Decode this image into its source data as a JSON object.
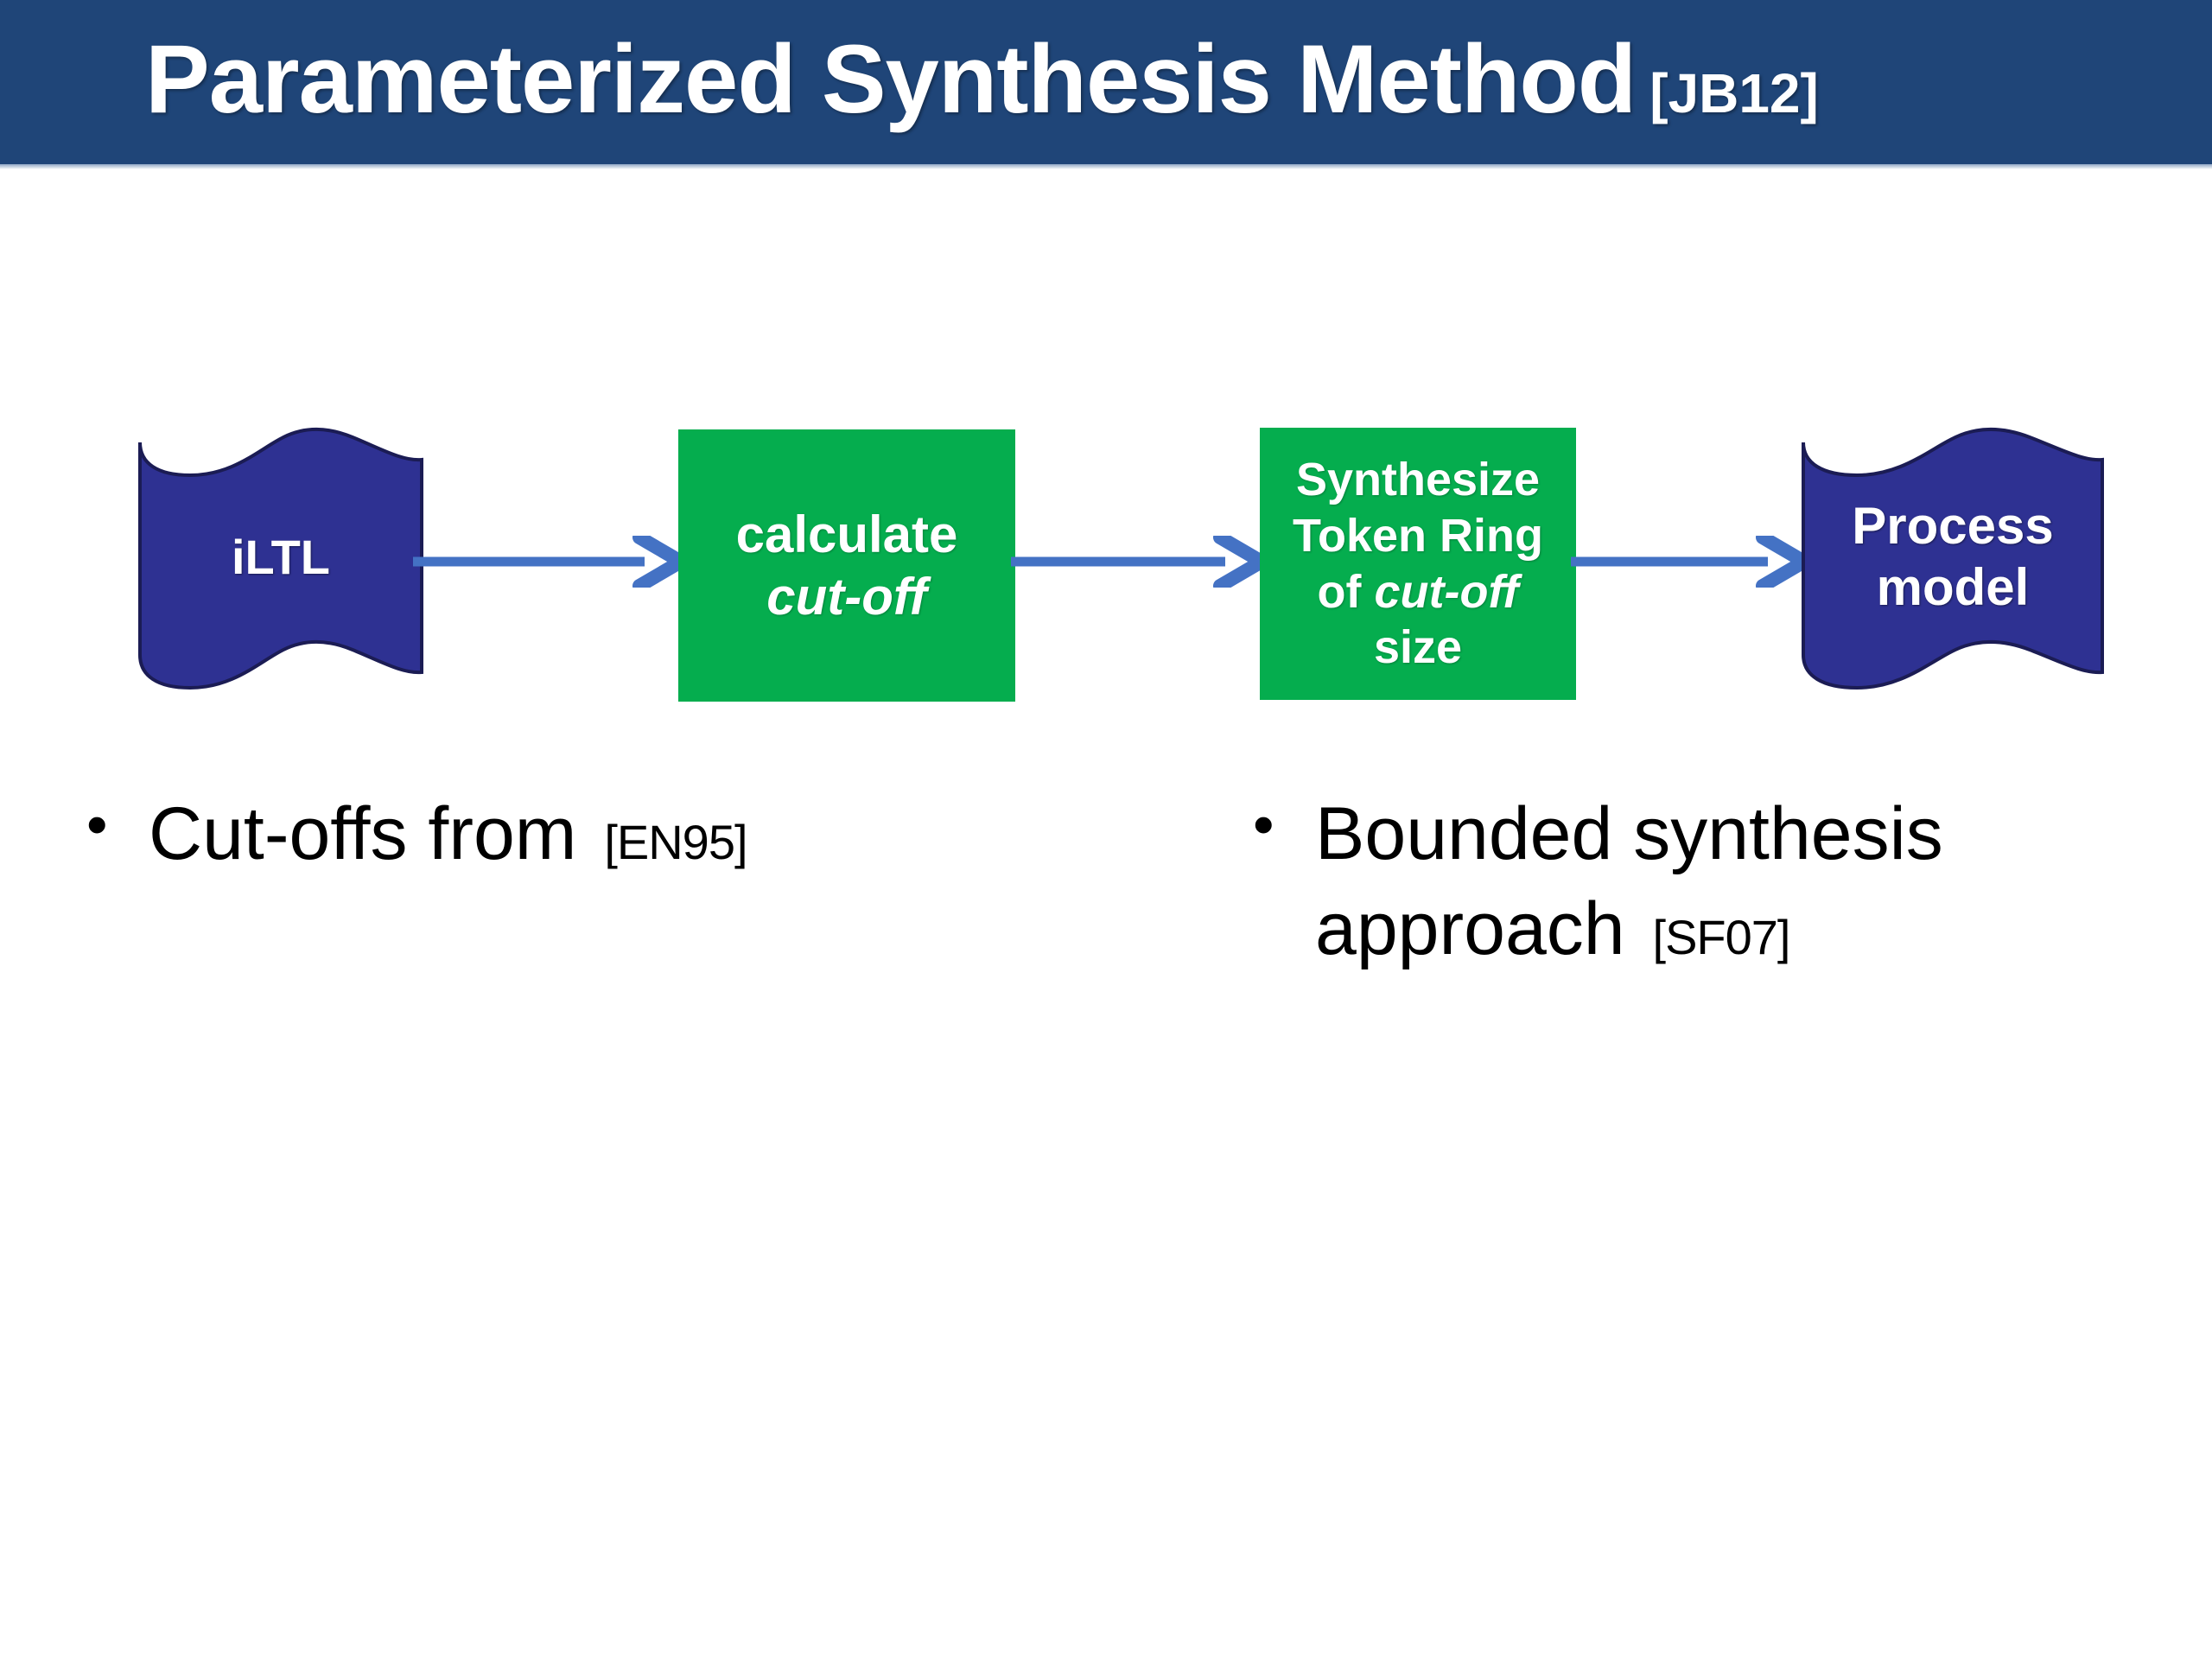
{
  "slide": {
    "title": "Parameterized Synthesis Method",
    "title_citation": "[JB12]",
    "header_color": "#1F4578",
    "background_color": "#FFFFFF"
  },
  "diagram": {
    "type": "flow",
    "accent_colors": {
      "navy_shape": "#2E3192",
      "green_box": "#05AD4E",
      "arrow": "#4472C4",
      "shape_text": "#FFFFFF"
    },
    "nodes": [
      {
        "id": "iltl",
        "shape": "wave-flag",
        "color": "#2E3192",
        "lines": [
          "iLTL"
        ]
      },
      {
        "id": "calculate-cutoff",
        "shape": "rectangle",
        "color": "#05AD4E",
        "lines": [
          "calculate",
          "cut-off"
        ],
        "italic_lines": [
          "cut-off"
        ]
      },
      {
        "id": "synthesize-token-ring",
        "shape": "rectangle",
        "color": "#05AD4E",
        "lines": [
          "Synthesize",
          "Token Ring",
          "of cut-off",
          "size"
        ],
        "italic_lines": [
          "cut-off"
        ]
      },
      {
        "id": "process-model",
        "shape": "wave-flag",
        "color": "#2E3192",
        "lines": [
          "Process",
          "model"
        ]
      }
    ],
    "arrows": [
      {
        "id": "arrow-1",
        "from": "iltl",
        "to": "calculate-cutoff",
        "style": "single-head"
      },
      {
        "id": "arrow-2",
        "from": "calculate-cutoff",
        "to": "synthesize-token-ring",
        "style": "single-head"
      },
      {
        "id": "arrow-3",
        "from": "synthesize-token-ring",
        "to": "process-model",
        "style": "single-head"
      }
    ]
  },
  "bullets": {
    "left": [
      {
        "marker": "•",
        "text": "Cut-offs from ",
        "citation": "[EN95]"
      }
    ],
    "right": [
      {
        "marker": "•",
        "text": "Bounded synthesis approach ",
        "citation": "[SF07]"
      }
    ]
  }
}
